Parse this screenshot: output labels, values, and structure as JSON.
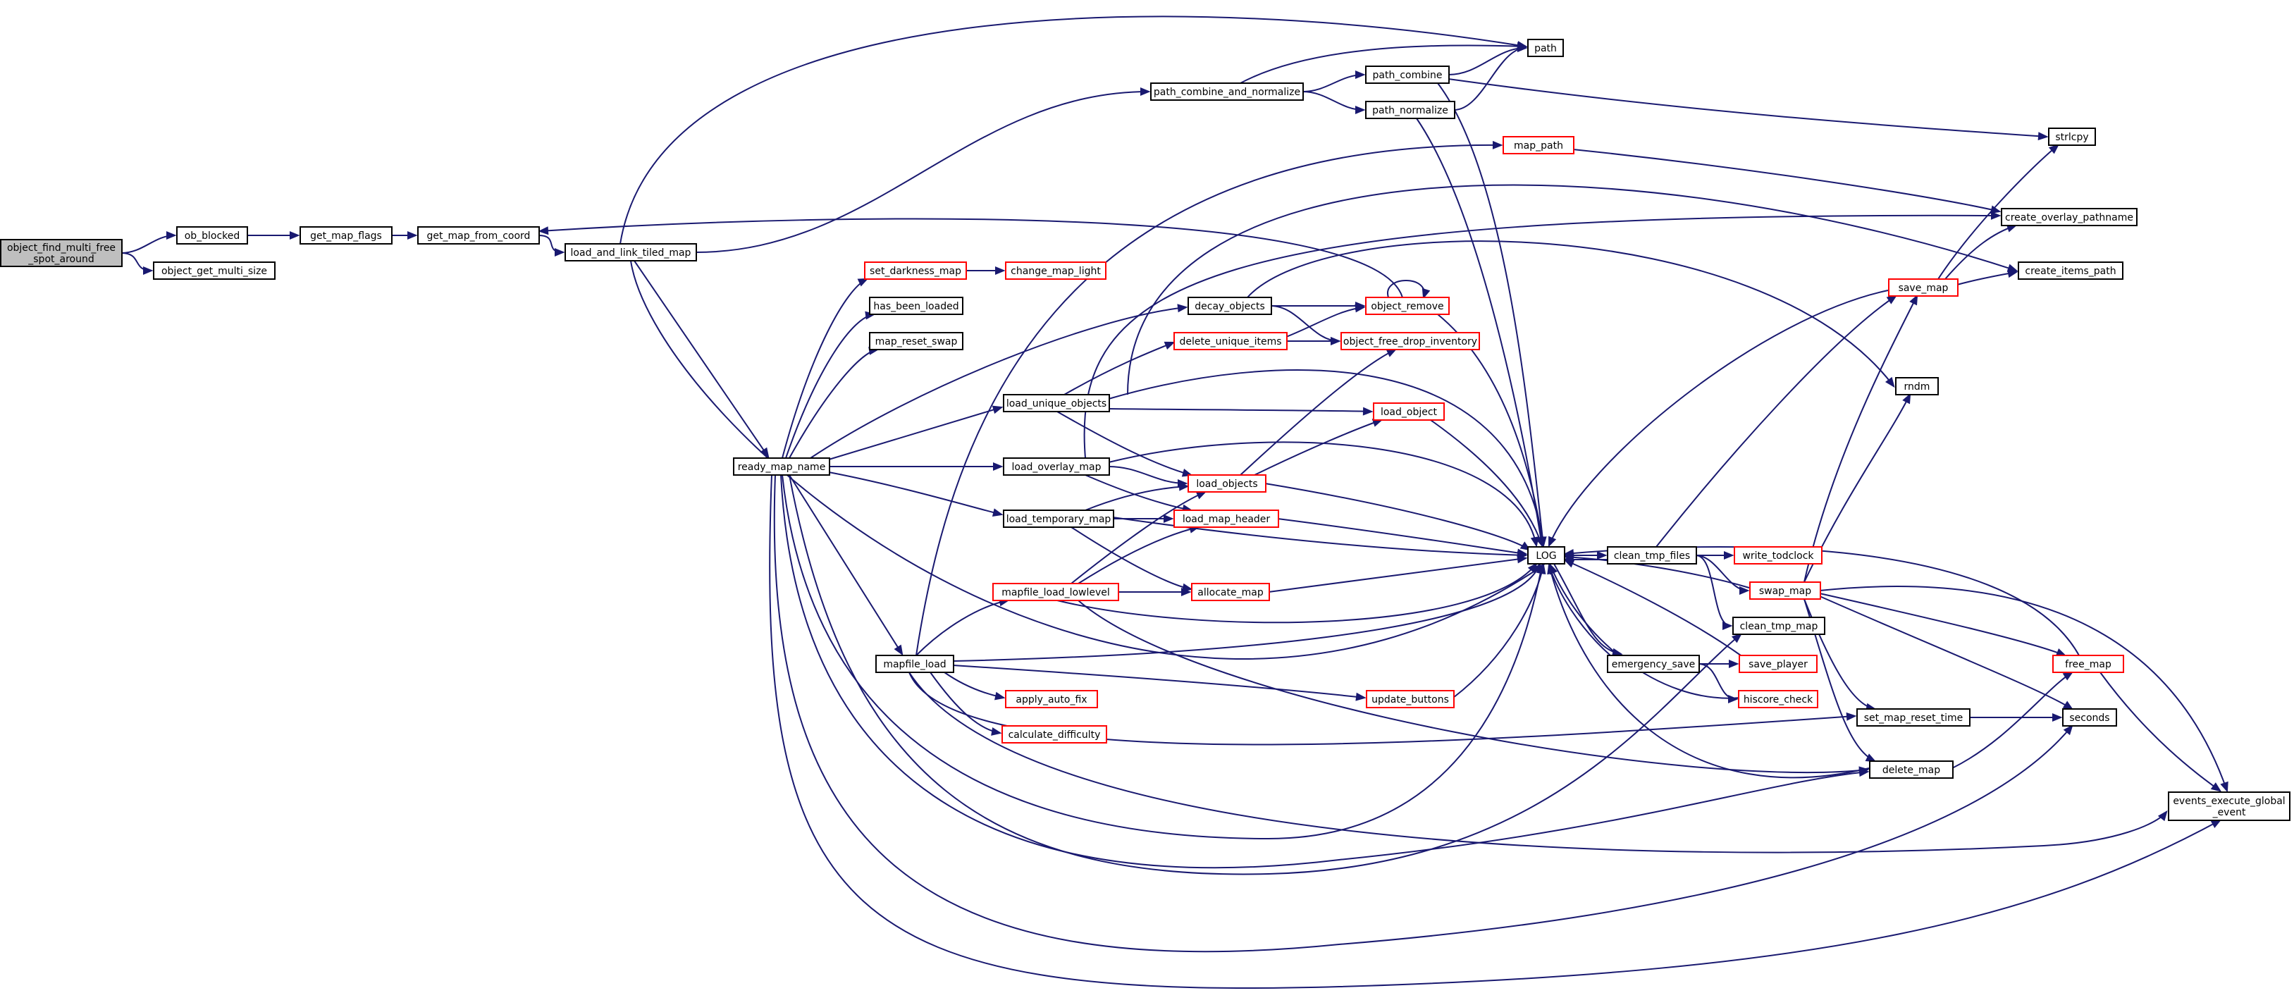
{
  "colors": {
    "edge": "#191970",
    "node_border": "#000000",
    "node_border_truncated": "#ff0000",
    "root_fill": "#bfbfbf",
    "node_fill": "#ffffff"
  },
  "nodes": [
    {
      "id": "root",
      "lines": [
        "object_find_multi_free",
        "_spot_around"
      ],
      "border": "black",
      "root": true
    },
    {
      "id": "ob_blocked",
      "lines": [
        "ob_blocked"
      ],
      "border": "black"
    },
    {
      "id": "object_get_multi_size",
      "lines": [
        "object_get_multi_size"
      ],
      "border": "black"
    },
    {
      "id": "get_map_flags",
      "lines": [
        "get_map_flags"
      ],
      "border": "black"
    },
    {
      "id": "get_map_from_coord",
      "lines": [
        "get_map_from_coord"
      ],
      "border": "black"
    },
    {
      "id": "load_and_link_tiled_map",
      "lines": [
        "load_and_link_tiled_map"
      ],
      "border": "black"
    },
    {
      "id": "ready_map_name",
      "lines": [
        "ready_map_name"
      ],
      "border": "black"
    },
    {
      "id": "path_combine_and_normalize",
      "lines": [
        "path_combine_and_normalize"
      ],
      "border": "black"
    },
    {
      "id": "path_combine",
      "lines": [
        "path_combine"
      ],
      "border": "black"
    },
    {
      "id": "path_normalize",
      "lines": [
        "path_normalize"
      ],
      "border": "black"
    },
    {
      "id": "path",
      "lines": [
        "path"
      ],
      "border": "black"
    },
    {
      "id": "strlcpy",
      "lines": [
        "strlcpy"
      ],
      "border": "black"
    },
    {
      "id": "map_path",
      "lines": [
        "map_path"
      ],
      "border": "red"
    },
    {
      "id": "create_overlay_pathname",
      "lines": [
        "create_overlay_pathname"
      ],
      "border": "black"
    },
    {
      "id": "create_items_path",
      "lines": [
        "create_items_path"
      ],
      "border": "black"
    },
    {
      "id": "set_darkness_map",
      "lines": [
        "set_darkness_map"
      ],
      "border": "red"
    },
    {
      "id": "change_map_light",
      "lines": [
        "change_map_light"
      ],
      "border": "red"
    },
    {
      "id": "has_been_loaded",
      "lines": [
        "has_been_loaded"
      ],
      "border": "black"
    },
    {
      "id": "map_reset_swap",
      "lines": [
        "map_reset_swap"
      ],
      "border": "black"
    },
    {
      "id": "decay_objects",
      "lines": [
        "decay_objects"
      ],
      "border": "black"
    },
    {
      "id": "object_remove",
      "lines": [
        "object_remove"
      ],
      "border": "red"
    },
    {
      "id": "delete_unique_items",
      "lines": [
        "delete_unique_items"
      ],
      "border": "red"
    },
    {
      "id": "object_free_drop_inventory",
      "lines": [
        "object_free_drop_inventory"
      ],
      "border": "red"
    },
    {
      "id": "save_map",
      "lines": [
        "save_map"
      ],
      "border": "red"
    },
    {
      "id": "rndm",
      "lines": [
        "rndm"
      ],
      "border": "black"
    },
    {
      "id": "load_unique_objects",
      "lines": [
        "load_unique_objects"
      ],
      "border": "black"
    },
    {
      "id": "load_object",
      "lines": [
        "load_object"
      ],
      "border": "red"
    },
    {
      "id": "load_overlay_map",
      "lines": [
        "load_overlay_map"
      ],
      "border": "black"
    },
    {
      "id": "load_objects",
      "lines": [
        "load_objects"
      ],
      "border": "red"
    },
    {
      "id": "load_temporary_map",
      "lines": [
        "load_temporary_map"
      ],
      "border": "black"
    },
    {
      "id": "load_map_header",
      "lines": [
        "load_map_header"
      ],
      "border": "red"
    },
    {
      "id": "LOG",
      "lines": [
        "LOG"
      ],
      "border": "black"
    },
    {
      "id": "clean_tmp_files",
      "lines": [
        "clean_tmp_files"
      ],
      "border": "black"
    },
    {
      "id": "write_todclock",
      "lines": [
        "write_todclock"
      ],
      "border": "red"
    },
    {
      "id": "swap_map",
      "lines": [
        "swap_map"
      ],
      "border": "red"
    },
    {
      "id": "mapfile_load_lowlevel",
      "lines": [
        "mapfile_load_lowlevel"
      ],
      "border": "red"
    },
    {
      "id": "allocate_map",
      "lines": [
        "allocate_map"
      ],
      "border": "red"
    },
    {
      "id": "clean_tmp_map",
      "lines": [
        "clean_tmp_map"
      ],
      "border": "black"
    },
    {
      "id": "emergency_save",
      "lines": [
        "emergency_save"
      ],
      "border": "black"
    },
    {
      "id": "save_player",
      "lines": [
        "save_player"
      ],
      "border": "red"
    },
    {
      "id": "free_map",
      "lines": [
        "free_map"
      ],
      "border": "red"
    },
    {
      "id": "mapfile_load",
      "lines": [
        "mapfile_load"
      ],
      "border": "black"
    },
    {
      "id": "apply_auto_fix",
      "lines": [
        "apply_auto_fix"
      ],
      "border": "red"
    },
    {
      "id": "update_buttons",
      "lines": [
        "update_buttons"
      ],
      "border": "red"
    },
    {
      "id": "hiscore_check",
      "lines": [
        "hiscore_check"
      ],
      "border": "red"
    },
    {
      "id": "calculate_difficulty",
      "lines": [
        "calculate_difficulty"
      ],
      "border": "red"
    },
    {
      "id": "set_map_reset_time",
      "lines": [
        "set_map_reset_time"
      ],
      "border": "black"
    },
    {
      "id": "seconds",
      "lines": [
        "seconds"
      ],
      "border": "black"
    },
    {
      "id": "delete_map",
      "lines": [
        "delete_map"
      ],
      "border": "black"
    },
    {
      "id": "events_execute_global_event",
      "lines": [
        "events_execute_global",
        "_event"
      ],
      "border": "black"
    }
  ],
  "edges": [
    {
      "from": "root",
      "to": "ob_blocked"
    },
    {
      "from": "root",
      "to": "object_get_multi_size"
    },
    {
      "from": "ob_blocked",
      "to": "get_map_flags"
    },
    {
      "from": "get_map_flags",
      "to": "get_map_from_coord"
    },
    {
      "from": "get_map_from_coord",
      "to": "load_and_link_tiled_map"
    },
    {
      "from": "load_and_link_tiled_map",
      "to": "path"
    },
    {
      "from": "load_and_link_tiled_map",
      "to": "path_combine_and_normalize"
    },
    {
      "from": "load_and_link_tiled_map",
      "to": "ready_map_name"
    },
    {
      "from": "load_and_link_tiled_map",
      "to": "LOG"
    },
    {
      "from": "path_combine_and_normalize",
      "to": "path"
    },
    {
      "from": "path_combine_and_normalize",
      "to": "path_combine"
    },
    {
      "from": "path_combine_and_normalize",
      "to": "path_normalize"
    },
    {
      "from": "path_combine",
      "to": "path"
    },
    {
      "from": "path_combine",
      "to": "strlcpy"
    },
    {
      "from": "path_combine",
      "to": "LOG"
    },
    {
      "from": "path_normalize",
      "to": "path"
    },
    {
      "from": "path_normalize",
      "to": "LOG"
    },
    {
      "from": "ready_map_name",
      "to": "set_darkness_map"
    },
    {
      "from": "ready_map_name",
      "to": "has_been_loaded"
    },
    {
      "from": "ready_map_name",
      "to": "map_reset_swap"
    },
    {
      "from": "ready_map_name",
      "to": "decay_objects"
    },
    {
      "from": "ready_map_name",
      "to": "load_unique_objects"
    },
    {
      "from": "ready_map_name",
      "to": "load_overlay_map"
    },
    {
      "from": "ready_map_name",
      "to": "load_temporary_map"
    },
    {
      "from": "ready_map_name",
      "to": "mapfile_load"
    },
    {
      "from": "ready_map_name",
      "to": "LOG"
    },
    {
      "from": "ready_map_name",
      "to": "clean_tmp_map"
    },
    {
      "from": "ready_map_name",
      "to": "delete_map"
    },
    {
      "from": "ready_map_name",
      "to": "seconds"
    },
    {
      "from": "ready_map_name",
      "to": "events_execute_global_event"
    },
    {
      "from": "set_darkness_map",
      "to": "change_map_light"
    },
    {
      "from": "decay_objects",
      "to": "object_remove"
    },
    {
      "from": "decay_objects",
      "to": "object_free_drop_inventory"
    },
    {
      "from": "decay_objects",
      "to": "rndm"
    },
    {
      "from": "object_remove",
      "to": "object_remove"
    },
    {
      "from": "object_remove",
      "to": "get_map_from_coord"
    },
    {
      "from": "object_remove",
      "to": "LOG"
    },
    {
      "from": "delete_unique_items",
      "to": "object_remove"
    },
    {
      "from": "delete_unique_items",
      "to": "object_free_drop_inventory"
    },
    {
      "from": "load_unique_objects",
      "to": "delete_unique_items"
    },
    {
      "from": "load_unique_objects",
      "to": "load_object"
    },
    {
      "from": "load_unique_objects",
      "to": "load_objects"
    },
    {
      "from": "load_unique_objects",
      "to": "LOG"
    },
    {
      "from": "load_unique_objects",
      "to": "create_items_path"
    },
    {
      "from": "load_object",
      "to": "LOG"
    },
    {
      "from": "load_overlay_map",
      "to": "load_objects"
    },
    {
      "from": "load_overlay_map",
      "to": "load_map_header"
    },
    {
      "from": "load_overlay_map",
      "to": "LOG"
    },
    {
      "from": "load_overlay_map",
      "to": "create_overlay_pathname"
    },
    {
      "from": "load_objects",
      "to": "object_free_drop_inventory"
    },
    {
      "from": "load_objects",
      "to": "load_object"
    },
    {
      "from": "load_objects",
      "to": "LOG"
    },
    {
      "from": "load_temporary_map",
      "to": "load_objects"
    },
    {
      "from": "load_temporary_map",
      "to": "load_map_header"
    },
    {
      "from": "load_temporary_map",
      "to": "allocate_map"
    },
    {
      "from": "load_temporary_map",
      "to": "LOG"
    },
    {
      "from": "load_map_header",
      "to": "LOG"
    },
    {
      "from": "mapfile_load",
      "to": "map_path"
    },
    {
      "from": "mapfile_load",
      "to": "mapfile_load_lowlevel"
    },
    {
      "from": "mapfile_load",
      "to": "apply_auto_fix"
    },
    {
      "from": "mapfile_load",
      "to": "calculate_difficulty"
    },
    {
      "from": "mapfile_load",
      "to": "update_buttons"
    },
    {
      "from": "mapfile_load",
      "to": "LOG"
    },
    {
      "from": "mapfile_load",
      "to": "set_map_reset_time"
    },
    {
      "from": "mapfile_load",
      "to": "events_execute_global_event"
    },
    {
      "from": "map_path",
      "to": "create_overlay_pathname"
    },
    {
      "from": "mapfile_load_lowlevel",
      "to": "load_objects"
    },
    {
      "from": "mapfile_load_lowlevel",
      "to": "load_map_header"
    },
    {
      "from": "mapfile_load_lowlevel",
      "to": "allocate_map"
    },
    {
      "from": "mapfile_load_lowlevel",
      "to": "LOG"
    },
    {
      "from": "mapfile_load_lowlevel",
      "to": "delete_map"
    },
    {
      "from": "allocate_map",
      "to": "LOG"
    },
    {
      "from": "update_buttons",
      "to": "LOG"
    },
    {
      "from": "LOG",
      "to": "clean_tmp_files"
    },
    {
      "from": "LOG",
      "to": "emergency_save"
    },
    {
      "from": "clean_tmp_files",
      "to": "LOG"
    },
    {
      "from": "clean_tmp_files",
      "to": "write_todclock"
    },
    {
      "from": "clean_tmp_files",
      "to": "swap_map"
    },
    {
      "from": "clean_tmp_files",
      "to": "clean_tmp_map"
    },
    {
      "from": "clean_tmp_files",
      "to": "save_map"
    },
    {
      "from": "swap_map",
      "to": "LOG"
    },
    {
      "from": "swap_map",
      "to": "save_map"
    },
    {
      "from": "swap_map",
      "to": "rndm"
    },
    {
      "from": "swap_map",
      "to": "free_map"
    },
    {
      "from": "swap_map",
      "to": "set_map_reset_time"
    },
    {
      "from": "swap_map",
      "to": "seconds"
    },
    {
      "from": "swap_map",
      "to": "delete_map"
    },
    {
      "from": "swap_map",
      "to": "events_execute_global_event"
    },
    {
      "from": "save_map",
      "to": "strlcpy"
    },
    {
      "from": "save_map",
      "to": "create_overlay_pathname"
    },
    {
      "from": "save_map",
      "to": "create_items_path"
    },
    {
      "from": "save_map",
      "to": "LOG"
    },
    {
      "from": "emergency_save",
      "to": "LOG"
    },
    {
      "from": "emergency_save",
      "to": "save_player"
    },
    {
      "from": "emergency_save",
      "to": "hiscore_check"
    },
    {
      "from": "save_player",
      "to": "LOG"
    },
    {
      "from": "hiscore_check",
      "to": "LOG"
    },
    {
      "from": "free_map",
      "to": "LOG"
    },
    {
      "from": "free_map",
      "to": "events_execute_global_event"
    },
    {
      "from": "set_map_reset_time",
      "to": "seconds"
    },
    {
      "from": "delete_map",
      "to": "LOG"
    },
    {
      "from": "delete_map",
      "to": "free_map"
    }
  ]
}
